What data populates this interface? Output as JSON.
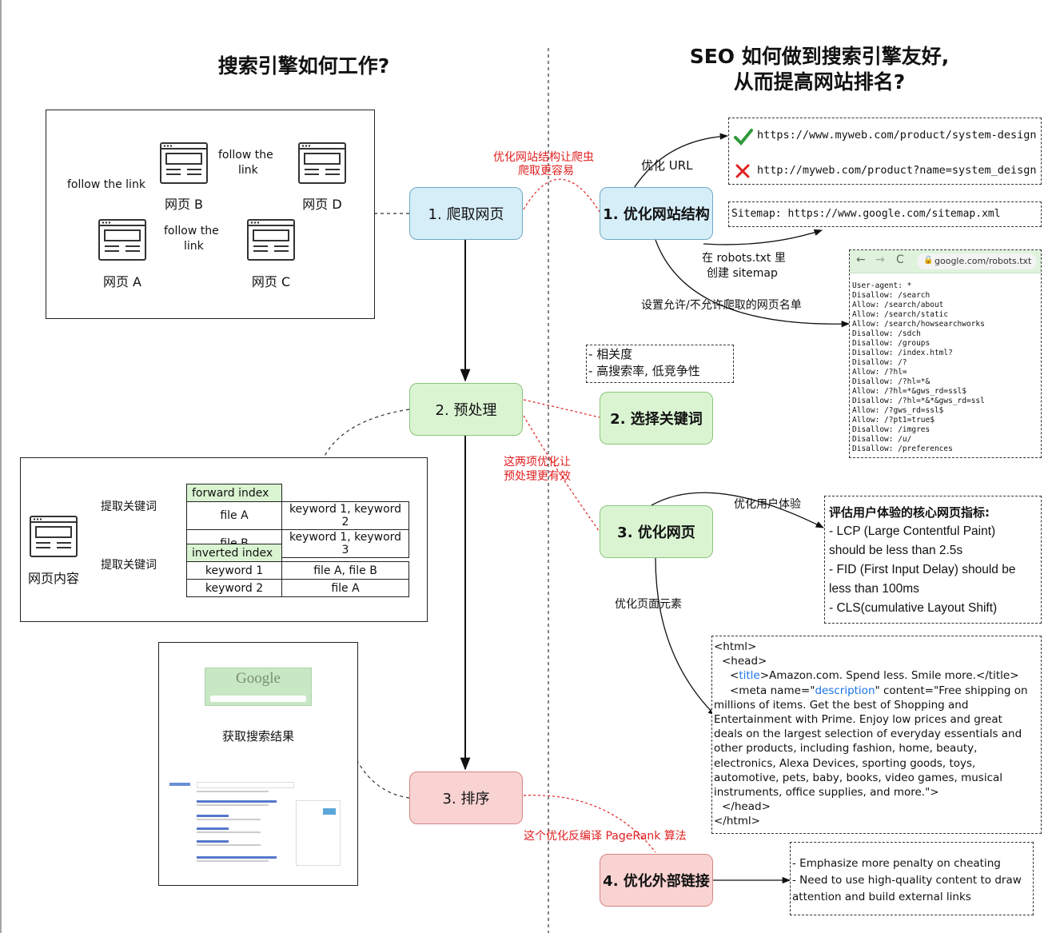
{
  "left_title": "搜索引擎如何工作?",
  "right_title_line1": "SEO 如何做到搜索引擎友好,",
  "right_title_line2": "从而提高网站排名?",
  "crawl": {
    "page_a": "网页 A",
    "page_b": "网页 B",
    "page_c": "网页 C",
    "page_d": "网页 D",
    "follow1": "follow the link",
    "follow2_line1": "follow the",
    "follow2_line2": "link",
    "follow3_line1": "follow the",
    "follow3_line2": "link"
  },
  "steps": {
    "crawl": "1. 爬取网页",
    "preprocess": "2. 预处理",
    "rank": "3. 排序"
  },
  "index_panel": {
    "page_content": "网页内容",
    "extract1": "提取关键词",
    "extract2": "提取关键词",
    "forward_header": "forward index",
    "forward_rows": [
      {
        "file": "file A",
        "keywords": "keyword 1, keyword 2"
      },
      {
        "file": "file B",
        "keywords": "keyword 1, keyword 3"
      }
    ],
    "inverted_header": "inverted index",
    "inverted_rows": [
      {
        "keyword": "keyword 1",
        "files": "file A, file B"
      },
      {
        "keyword": "keyword 2",
        "files": "file A"
      }
    ]
  },
  "search_panel": {
    "logo": "Google",
    "get_results": "获取搜索结果"
  },
  "red_notes": {
    "note1_line1": "优化网站结构让爬虫",
    "note1_line2": "爬取更容易",
    "note2_line1": "这两项优化让",
    "note2_line2": "预处理更有效",
    "note3": "这个优化反编译 PageRank 算法"
  },
  "seo": {
    "structure": "1. 优化网站结构",
    "keywords": "2. 选择关键词",
    "webpage": "3. 优化网页",
    "links": "4. 优化外部链接"
  },
  "url_box": {
    "label": "优化 URL",
    "good": "https://www.myweb.com/product/system-design",
    "bad": "http://myweb.com/product?name=system_deisgn",
    "check_icon": "check-icon",
    "cross_icon": "cross-icon"
  },
  "sitemap": {
    "text": "Sitemap: https://www.google.com/sitemap.xml",
    "label_line1": "在 robots.txt 里",
    "label_line2": "创建 sitemap",
    "allow_label": "设置允许/不允许爬取的网页名单"
  },
  "robots": {
    "url": "google.com/robots.txt",
    "lines": [
      "User-agent: *",
      "Disallow: /search",
      "Allow: /search/about",
      "Allow: /search/static",
      "Allow: /search/howsearchworks",
      "Disallow: /sdch",
      "Disallow: /groups",
      "Disallow: /index.html?",
      "Disallow: /?",
      "Allow: /?hl=",
      "Disallow: /?hl=*&",
      "Allow: /?hl=*&gws_rd=ssl$",
      "Disallow: /?hl=*&*&gws_rd=ssl",
      "Allow: /?gws_rd=ssl$",
      "Allow: /?pt1=true$",
      "Disallow: /imgres",
      "Disallow: /u/",
      "Disallow: /preferences"
    ]
  },
  "keyword_box": {
    "line1": "- 相关度",
    "line2": "- 高搜索率, 低竞争性"
  },
  "ux": {
    "label": "优化用户体验",
    "title": "评估用户体验的核心网页指标:",
    "lines": [
      "- LCP (Large Contentful Paint)",
      "should be less than 2.5s",
      "- FID (First Input Delay) should be",
      "less than 100ms",
      "- CLS(cumulative Layout Shift)"
    ]
  },
  "elements": {
    "label": "优化页面元素",
    "html_open": "<html>",
    "head_open": "<head>",
    "title_prefix": "<",
    "title_tag": "title",
    "title_rest": ">Amazon.com. Spend less. Smile more.</title>",
    "meta_prefix": "<meta name=\"",
    "meta_kw": "description",
    "meta_rest": "\" content=\"Free shipping on",
    "meta_lines": [
      "millions of items. Get the best of Shopping and",
      "Entertainment with Prime. Enjoy low prices and great",
      "deals on the largest selection of everyday essentials and",
      "other products, including fashion, home, beauty,",
      "electronics, Alexa Devices, sporting goods, toys,",
      "automotive, pets, baby, books, video games, musical",
      "instruments, office supplies, and more.\">"
    ],
    "head_close": "</head>",
    "html_close": "</html>"
  },
  "links_box": {
    "line1": "- Emphasize more penalty on cheating",
    "line2": "- Need to use high-quality content to draw",
    "line3": "attention and build external links"
  }
}
